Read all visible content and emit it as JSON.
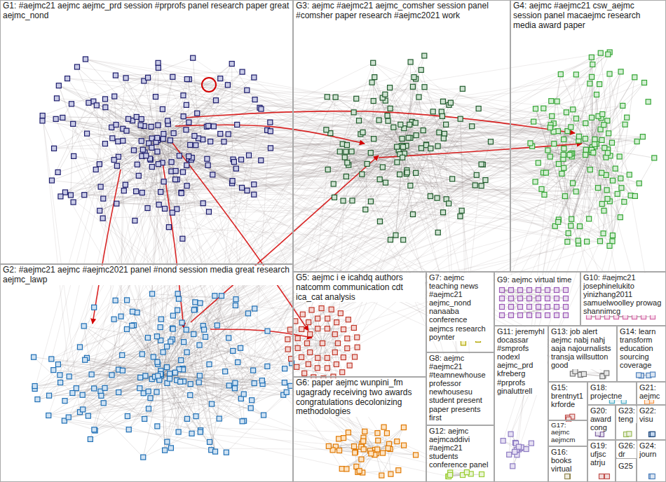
{
  "diagram": {
    "nodes": [
      {
        "text": [
          "G1: #aejmc21 aejmc aejmc_prd session #prprofs panel research paper great aejmc_nond"
        ]
      },
      {
        "text": [
          "G3: aejmc #aejmc21 aejmc_comsher session panel #comsher paper research #aejmc2021 work"
        ]
      },
      {
        "text": [
          "G4: aejmc #aejmc21 csw_aejmc session panel macaejmc research media award paper"
        ]
      },
      {
        "text": [
          "G2: #aejmc21 aejmc #aejmc2021 panel #nond session media great research aejmc_lawp"
        ]
      },
      {
        "text": [
          "G5: aejmc i e icahdq authors natcomm communication cdt ica_cat analysis"
        ]
      },
      {
        "text": [
          "G7: aejmc teaching news #aejmc21 aejmc_nond nanaaba conference aejmcs research poynter"
        ]
      },
      {
        "text": [
          "G9: aejmc virtual time"
        ]
      },
      {
        "text": [
          "G10: #aejmc21 josephinelukito yinizhang2011 samuelwoolley prowag shannimcg"
        ]
      },
      {
        "text": [
          "G11: jeremyhl docassar #smprofs nodexl aejmc_prd kfreberg #prprofs ginaluttrell"
        ]
      },
      {
        "text": [
          "G13: job alert aejmc nabj nahj aaja najournalists transja willsutton good"
        ]
      },
      {
        "text": [
          "G14: learn transform education sourcing coverage"
        ]
      },
      {
        "text": [
          "G8: aejmc #aejmc21 #teamnewhouse professor newhousesu student present paper presents first"
        ]
      },
      {
        "text": [
          "G15: brentnyt1 krforde"
        ]
      },
      {
        "text": [
          "G18: projectne"
        ]
      },
      {
        "text": [
          "G21: aejmc"
        ]
      },
      {
        "text": [
          "G20: award cong"
        ]
      },
      {
        "text": [
          "G23: teng"
        ]
      },
      {
        "text": [
          "G22: visu"
        ]
      },
      {
        "text": [
          "G6: paper aejmc wunpini_fm ugagrady receiving two awards congratulations decolonizing methodologies"
        ]
      },
      {
        "text": [
          "G12: aejmc aejmcaddivi #aejmc21 students conference panel"
        ]
      },
      {
        "text": [
          "G17: aejmc aejmcm"
        ]
      },
      {
        "text": [
          "G16: books virtual"
        ]
      },
      {
        "text": [
          "G19: ufjsc atrju"
        ]
      },
      {
        "text": [
          "G26: dr"
        ]
      },
      {
        "text": [
          "G25"
        ]
      },
      {
        "text": [
          "G24: journ"
        ]
      }
    ]
  }
}
